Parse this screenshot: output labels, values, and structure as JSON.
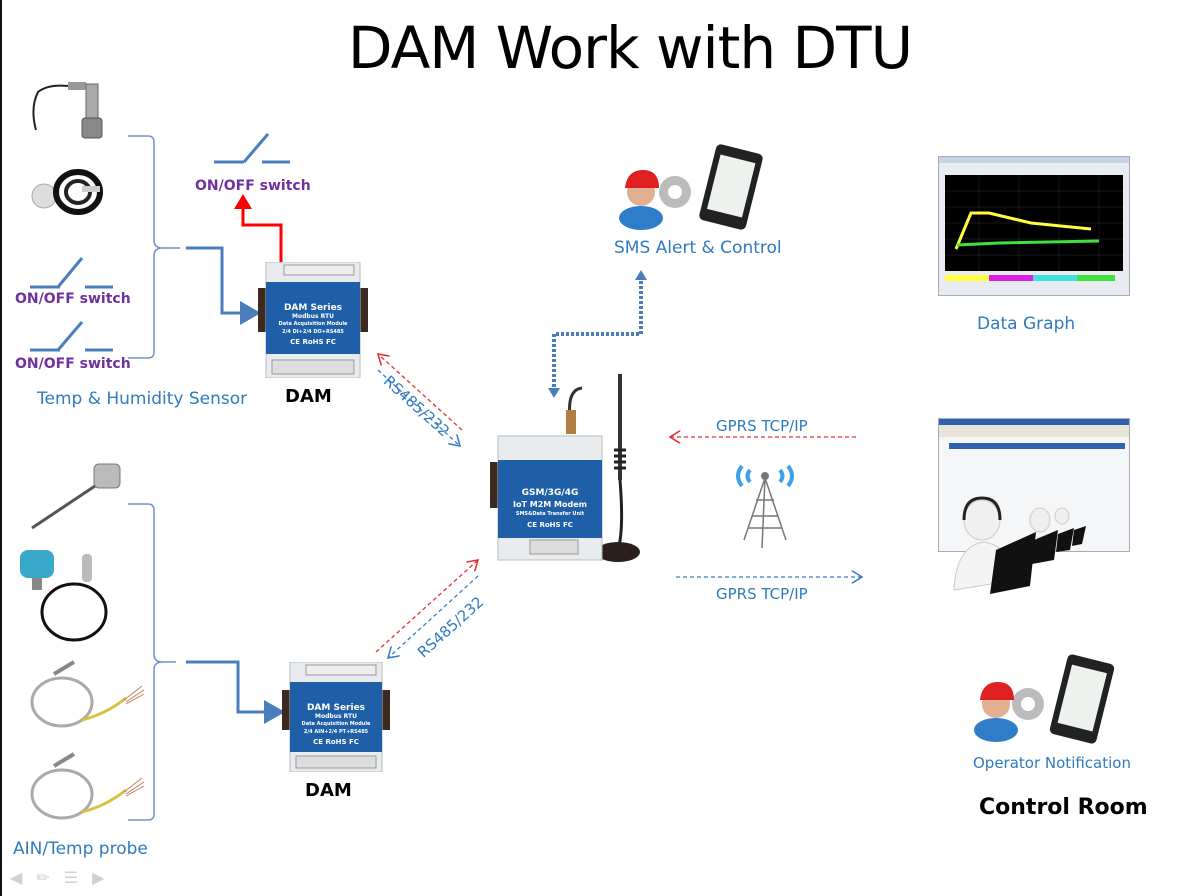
{
  "title": "DAM Work with DTU",
  "left_top_group": {
    "switch_top_label": "ON/OFF  switch",
    "switch_1_label": "ON/OFF  switch",
    "switch_2_label": "ON/OFF  switch",
    "caption": "Temp & Humidity Sensor",
    "sensors": [
      "float-level-switch",
      "humidity-sensor-cable"
    ]
  },
  "left_bottom_group": {
    "caption": "AIN/Temp probe",
    "sensors": [
      "thermocouple",
      "pressure-transmitter",
      "temp-probe-1",
      "temp-probe-2"
    ]
  },
  "dam_top": {
    "label": "DAM",
    "device_title": "DAM Series",
    "device_sub1": "Modbus RTU",
    "device_sub2": "Data Acquisition Module",
    "device_spec": "2/4 DI+2/4 DO+RS485",
    "certs": "CE RoHS FC"
  },
  "dam_bottom": {
    "label": "DAM",
    "device_title": "DAM Series",
    "device_sub1": "Modbus RTU",
    "device_sub2": "Data Acquisition Module",
    "device_spec": "2/4 AIN+2/4 PT+RS485",
    "certs": "CE RoHS FC"
  },
  "dtu": {
    "device_title": "GSM/3G/4G",
    "device_sub1": "IoT M2M Modem",
    "device_sub2": "SMS&Data Transfer Unit",
    "certs": "CE RoHS FC"
  },
  "links": {
    "rs485_top": "RS485/232",
    "rs485_bottom": "RS485/232",
    "gprs_in": "GPRS TCP/IP",
    "gprs_out": "GPRS TCP/IP"
  },
  "sms": {
    "label": "SMS Alert & Control"
  },
  "data_graph": {
    "label": "Data Graph"
  },
  "operator": {
    "label": "Operator Notification"
  },
  "control_room": {
    "label": "Control Room"
  },
  "colors": {
    "blue_arrow": "#4a7ebb",
    "red_arrow": "#ff0000",
    "label_blue": "#2f7bbf",
    "switch_purple": "#7030a0",
    "device_blue": "#1f5fa8"
  }
}
